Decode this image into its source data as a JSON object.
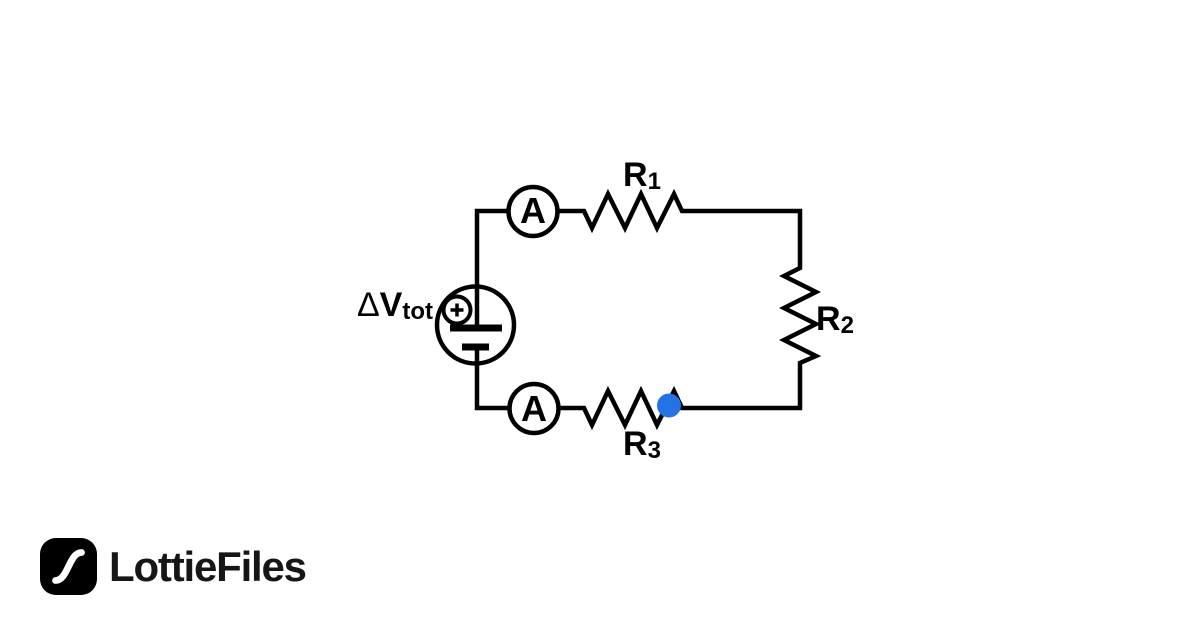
{
  "canvas": {
    "background_color": "#ffffff"
  },
  "circuit": {
    "wire_color": "#000000",
    "voltage_source_label": {
      "delta": "Δ",
      "symbol": "V",
      "subscript": "tot"
    },
    "ammeter_top": {
      "label": "A"
    },
    "ammeter_bottom": {
      "label": "A"
    },
    "resistor_r1": {
      "label": "R",
      "subscript": "1"
    },
    "resistor_r2": {
      "label": "R",
      "subscript": "2"
    },
    "resistor_r3": {
      "label": "R",
      "subscript": "3"
    },
    "charge_dot_color": "#2273e6"
  },
  "footer": {
    "brand_name": "LottieFiles",
    "logo_background_color": "#000000",
    "logo_curve_color": "#ffffff"
  }
}
